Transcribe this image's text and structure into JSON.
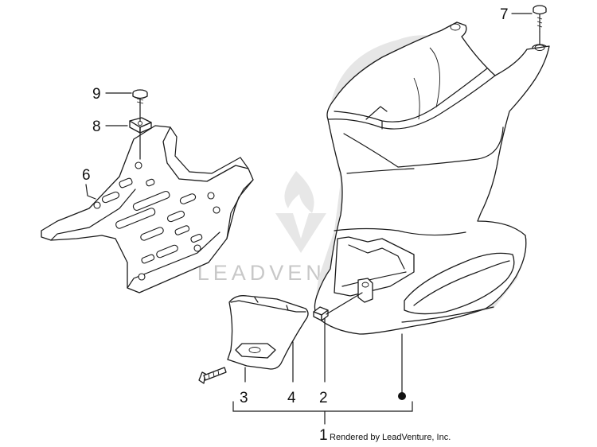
{
  "callouts": {
    "c1": "1",
    "c2": "2",
    "c3": "3",
    "c4": "4",
    "c6": "6",
    "c7": "7",
    "c8": "8",
    "c9": "9"
  },
  "watermark": {
    "text": "LEADVENTURE",
    "color": "#c8c8c8"
  },
  "credit": "Rendered by LeadVenture, Inc.",
  "colors": {
    "line": "#1a1a1a",
    "shade": "#e6e6e6",
    "background": "#ffffff"
  }
}
